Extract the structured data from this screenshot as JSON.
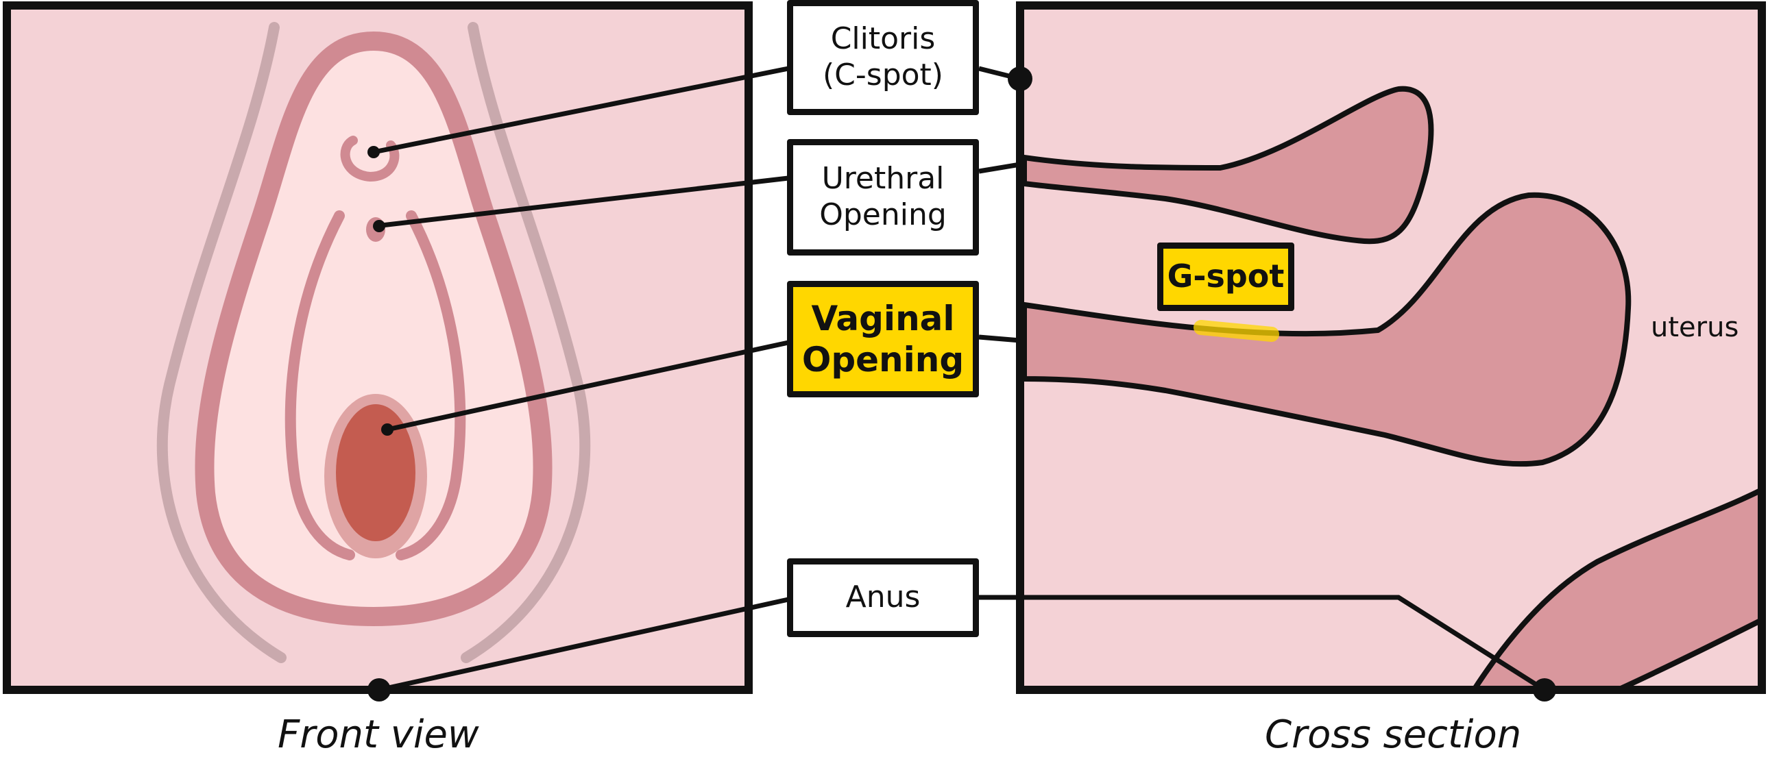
{
  "labels": {
    "clitoris": "Clitoris\n(C-spot)",
    "urethral": "Urethral\nOpening",
    "vaginal": "Vaginal\nOpening",
    "anus": "Anus",
    "gspot": "G-spot",
    "uterus": "uterus"
  },
  "captions": {
    "front": "Front view",
    "cross": "Cross section"
  },
  "colors": {
    "panel_bg": "#f4d2d6",
    "tissue": "#d9979d",
    "inner": "#fde1e1",
    "opening": "#c45c50",
    "highlight": "#ffd700",
    "stroke": "#111111"
  }
}
